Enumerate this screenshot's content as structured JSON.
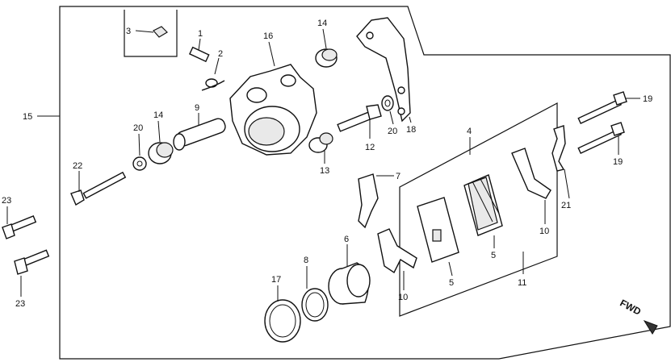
{
  "labels": {
    "p1": "1",
    "p2": "2",
    "p3": "3",
    "p4": "4",
    "p5a": "5",
    "p5b": "5",
    "p6": "6",
    "p7": "7",
    "p8": "8",
    "p9": "9",
    "p10a": "10",
    "p10b": "10",
    "p11": "11",
    "p12": "12",
    "p13": "13",
    "p14a": "14",
    "p14b": "14",
    "p15": "15",
    "p16": "16",
    "p17": "17",
    "p18": "18",
    "p19a": "19",
    "p19b": "19",
    "p20a": "20",
    "p20b": "20",
    "p21": "21",
    "p22": "22",
    "p23a": "23",
    "p23b": "23"
  },
  "direction_label": "FWD"
}
